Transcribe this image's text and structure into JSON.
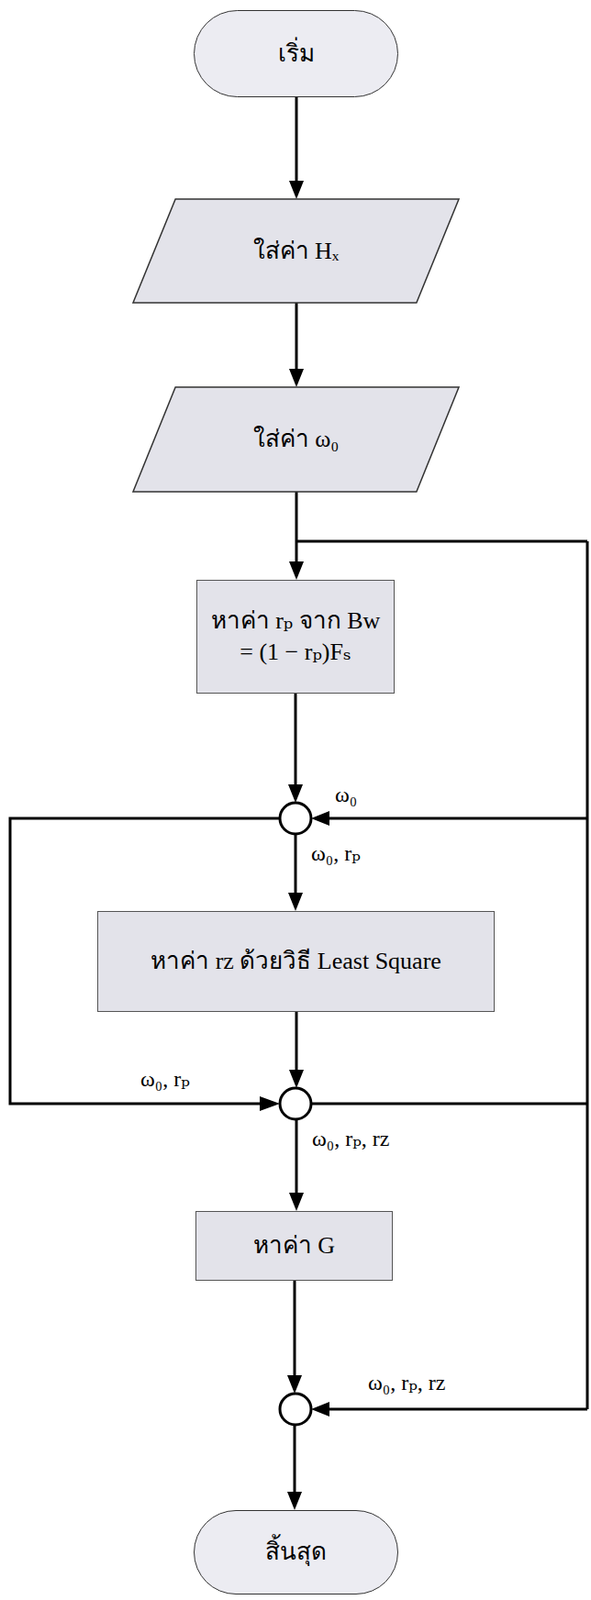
{
  "diagram": {
    "nodes": [
      {
        "text": [
          "เริ่ม"
        ]
      },
      {
        "text": [
          "ใส่ค่า Hₓ"
        ]
      },
      {
        "text": [
          "ใส่ค่า ω₀"
        ]
      },
      {
        "text": [
          "หาค่า rₚ จาก Bw = (1 − rₚ)Fₛ"
        ]
      },
      {
        "text": [
          "หาค่า rz ด้วยวิธี Least Square"
        ]
      },
      {
        "text": [
          "หาค่า G"
        ]
      },
      {
        "text": [
          "สิ้นสุด"
        ]
      }
    ],
    "edges": [
      {
        "from": 0,
        "to": 1,
        "arrow": "to"
      },
      {
        "from": 1,
        "to": 2,
        "arrow": "to"
      },
      {
        "from": 2,
        "to": 3,
        "arrow": "to"
      },
      {
        "from": 3,
        "to": 4,
        "label": "ω₀, rₚ",
        "arrow": "to"
      },
      {
        "from": 4,
        "to": 5,
        "label": "ω₀, rₚ, rz",
        "arrow": "to"
      },
      {
        "from": 5,
        "to": 6,
        "arrow": "to"
      }
    ],
    "labels": [
      "ω₀",
      "ω₀, rₚ",
      "ω₀, rₚ, rz"
    ]
  }
}
